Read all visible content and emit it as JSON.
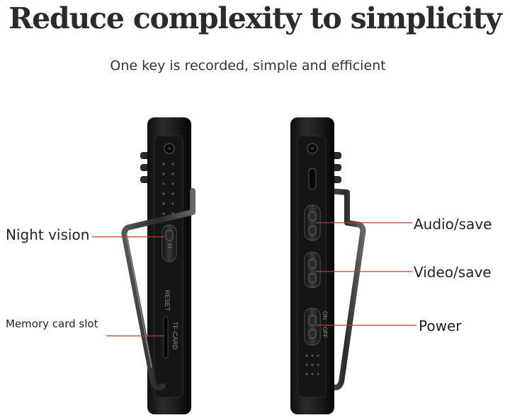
{
  "header": {
    "title": "Reduce complexity to simplicity",
    "subtitle": "One key is recorded, simple and efficient"
  },
  "labels": {
    "night_vision": "Night vision",
    "memory_card_slot": "Memory card slot",
    "audio_save": "Audio/save",
    "video_save": "Video/save",
    "power": "Power"
  },
  "device_markings": {
    "reset": "RESET",
    "tf_card": "TF-CARD",
    "on": "ON",
    "off": "OFF"
  },
  "colors": {
    "leader_line": "#c0392b",
    "device_body": "#1c1c1e",
    "clip": "#3a3a3c"
  }
}
